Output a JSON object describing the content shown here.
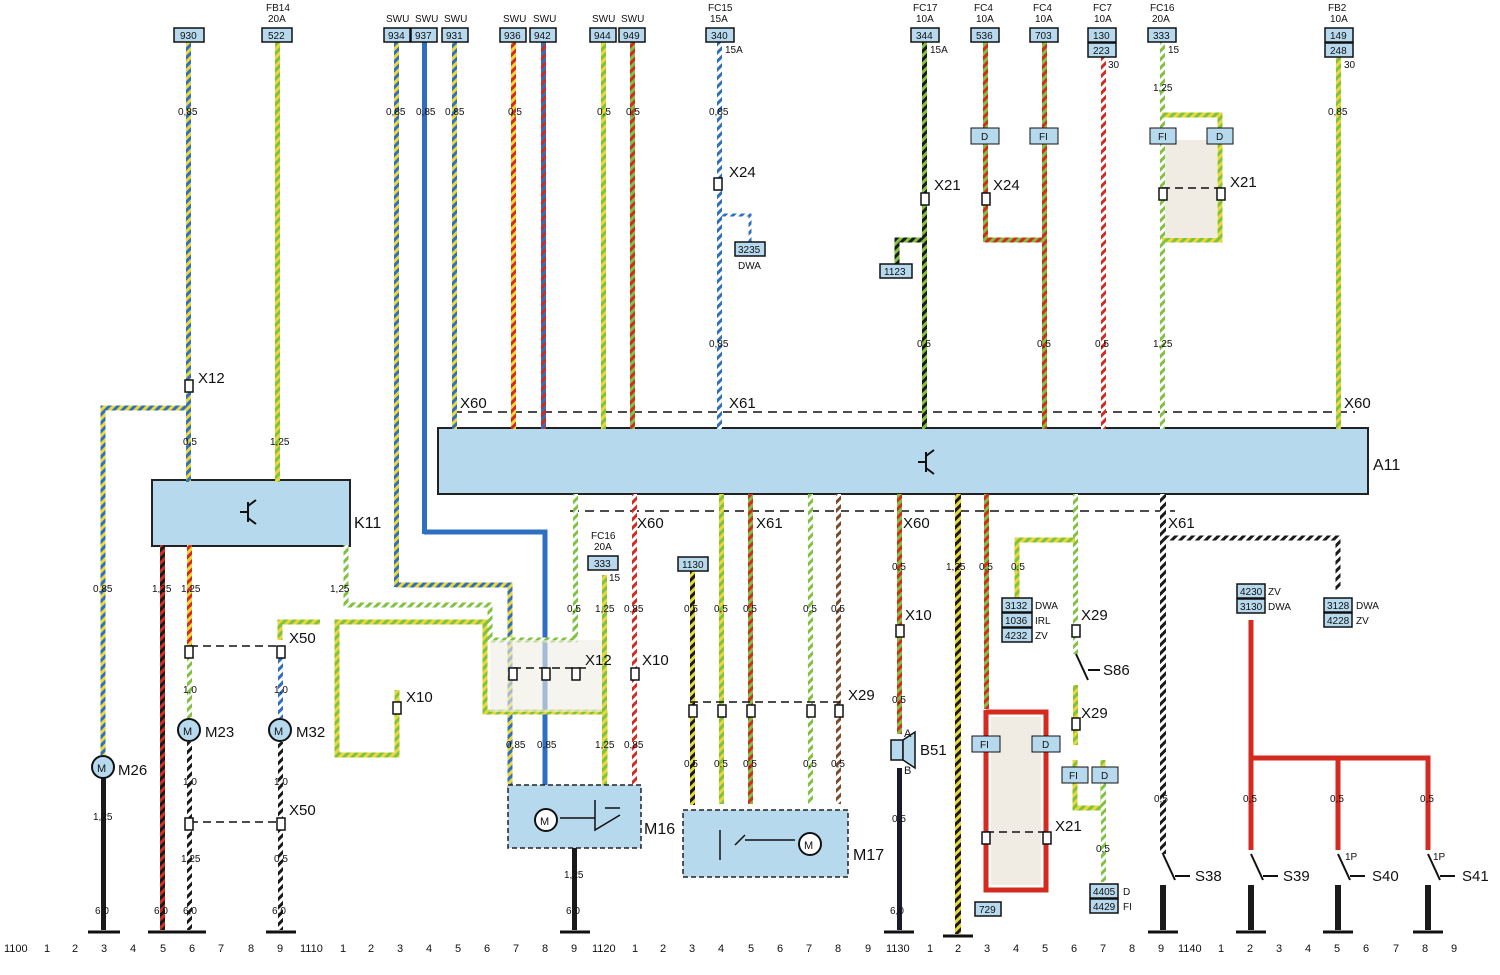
{
  "fuses": [
    {
      "key": "fb14",
      "name": "FB14",
      "rating": "20A"
    },
    {
      "key": "fc15",
      "name": "FC15",
      "rating": "15A"
    },
    {
      "key": "fc17",
      "name": "FC17",
      "rating": "10A"
    },
    {
      "key": "fc4a",
      "name": "FC4",
      "rating": "10A"
    },
    {
      "key": "fc4b",
      "name": "FC4",
      "rating": "10A"
    },
    {
      "key": "fc7",
      "name": "FC7",
      "rating": "10A"
    },
    {
      "key": "fc16",
      "name": "FC16",
      "rating": "20A"
    },
    {
      "key": "fb2",
      "name": "FB2",
      "rating": "10A"
    },
    {
      "key": "fc16b",
      "name": "FC16",
      "rating": "20A"
    }
  ],
  "swu_label": "SWU",
  "refs": {
    "r930": "930",
    "r522": "522",
    "r934": "934",
    "r937": "937",
    "r931": "931",
    "r936": "936",
    "r942": "942",
    "r944": "944",
    "r949": "949",
    "r340": "340",
    "r344": "344",
    "r536": "536",
    "r703": "703",
    "r130": "130",
    "r223": "223",
    "r333": "333",
    "r149": "149",
    "r248": "248",
    "r3235": "3235",
    "r1123": "1123",
    "r333b": "333",
    "r1130": "1130",
    "r3132": "3132",
    "r1036": "1036",
    "r4232": "4232",
    "r4230": "4230",
    "r3130": "3130",
    "r3128": "3128",
    "r4228": "4228",
    "r4405": "4405",
    "r4429": "4429",
    "r729": "729"
  },
  "ref_tags": {
    "dwa": "DWA",
    "irl": "IRL",
    "zv": "ZV",
    "d": "D",
    "fi": "FI"
  },
  "components": {
    "a11": "A11",
    "k11": "K11",
    "m16": "M16",
    "m17": "M17",
    "m23": "M23",
    "m26": "M26",
    "m32": "M32",
    "b51": "B51",
    "s38": "S38",
    "s39": "S39",
    "s40": "S40",
    "s41": "S41",
    "s86": "S86"
  },
  "connectors": {
    "x12": "X12",
    "x24": "X24",
    "x21": "X21",
    "x60": "X60",
    "x61": "X61",
    "x10": "X10",
    "x29": "X29",
    "x50": "X50"
  },
  "wire_sizes": {
    "w085": "0,85",
    "w05": "0,5",
    "w125": "1,25",
    "w10": "1,0",
    "w60": "6,0"
  },
  "pin_marks": {
    "p15a": "15A",
    "p15": "15",
    "p30": "30",
    "p1p": "1P",
    "pa": "A",
    "pb": "B"
  },
  "grid": {
    "g1100": "1100",
    "g1110": "1110",
    "g1120": "1120",
    "g1130": "1130",
    "g1140": "1140",
    "n1": "1",
    "n2": "2",
    "n3": "3",
    "n4": "4",
    "n5": "5",
    "n6": "6",
    "n7": "7",
    "n8": "8",
    "n9": "9"
  },
  "colors": {
    "module_fill": "#b7d9ee",
    "wire_red": "#d42a1f",
    "wire_blue": "#2f6fc0",
    "wire_green": "#7fc240",
    "wire_black": "#1a1a1a",
    "wire_yellow": "#e8d838",
    "wire_brown": "#7a4a2a"
  }
}
